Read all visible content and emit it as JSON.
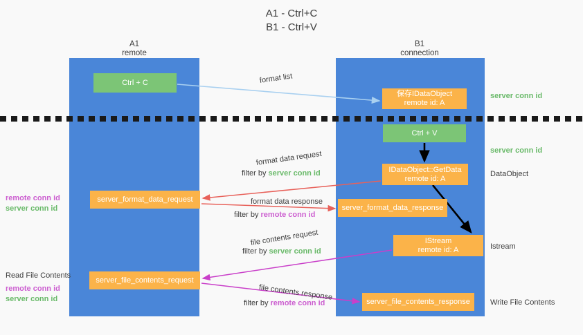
{
  "title": {
    "line1": "A1 - Ctrl+C",
    "line2": "B1 - Ctrl+V"
  },
  "columns": [
    {
      "name": "A1",
      "role": "remote"
    },
    {
      "name": "B1",
      "role": "connection"
    }
  ],
  "nodes": {
    "ctrl_c": "Ctrl + C",
    "save_idataobject_l1": "保存IDataObject",
    "save_idataobject_l2": "remote id: A",
    "ctrl_v": "Ctrl + V",
    "getdata_l1": "IDataObject::GetData",
    "getdata_l2": "remote id: A",
    "server_format_data_request": "server_format_data_request",
    "server_format_data_response": "server_format_data_response",
    "istream_l1": "IStream",
    "istream_l2": "remote id: A",
    "server_file_contents_request": "server_file_contents_request",
    "server_file_contents_response": "server_file_contents_response"
  },
  "edge_labels": {
    "format_list": "format list",
    "format_data_request": "format data request",
    "format_data_response": "format data response",
    "file_contents_request": "file contents request",
    "file_contents_response": "file contents response",
    "filter_by": "filter by ",
    "server_conn_id": "server conn id",
    "remote_conn_id": "remote conn id"
  },
  "annotations": {
    "server_conn_id_top": "server conn id",
    "server_conn_id_mid": "server conn id",
    "dataobject": "DataObject",
    "istream": "Istream",
    "write_file_contents": "Write File Contents",
    "read_file_contents": "Read File Contents",
    "remote_conn_id": "remote conn id",
    "server_conn_id": "server conn id"
  },
  "colors": {
    "lane": "#4a86d8",
    "node_orange": "#fbb349",
    "node_green": "#7cc576",
    "server_conn": "#6aba6a",
    "remote_conn": "#cc5fd0",
    "arrow_blue": "#a9d0f0",
    "arrow_red": "#e8615a",
    "arrow_magenta": "#c93fc9",
    "arrow_black": "#000000",
    "background": "#f9f9f9"
  }
}
